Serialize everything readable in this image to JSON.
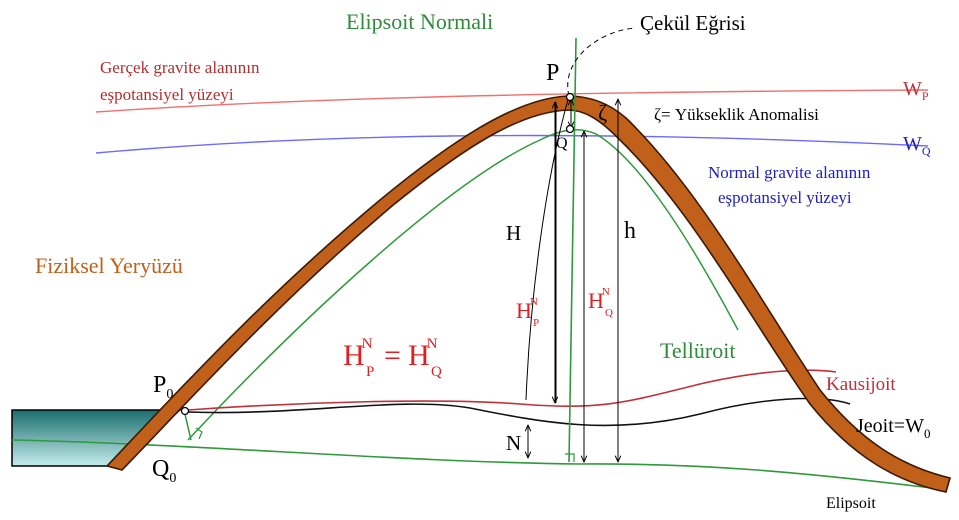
{
  "title": "Elipsoit Normali",
  "labels": {
    "plumb_line": "Çekül Eğrisi",
    "real_gravity_1": "Gerçek gravite alanının",
    "real_gravity_2": "eşpotansiyel yüzeyi",
    "P": "P",
    "WP_main": "W",
    "WP_sub": "P",
    "WQ_main": "W",
    "WQ_sub": "Q",
    "zeta": "ζ",
    "zeta_def": "ζ= Yükseklik Anomalisi",
    "Q": "Q",
    "normal_gravity_1": "Normal gravite alanının",
    "normal_gravity_2": "eşpotansiyel yüzeyi",
    "physical_surface": "Fiziksel Yeryüzü",
    "H": "H",
    "h": "h",
    "HPN_main": "H",
    "HPN_sup": "N",
    "HPN_sub": "P",
    "HQN_main": "H",
    "HQN_sup": "N",
    "HQN_sub": "Q",
    "eq_H1": "H",
    "eq_sup1": "N",
    "eq_sub1": "P",
    "eq_equals": "=",
    "eq_H2": "H",
    "eq_sup2": "N",
    "eq_sub2": "Q",
    "telluroid": "Tellüroit",
    "quasigeoid": "Kausijoit",
    "geoid_main": "Jeoit",
    "geoid_eq": "=",
    "geoid_W": "W",
    "geoid_sub": "0",
    "P0_main": "P",
    "P0_sub": "0",
    "Q0_main": "Q",
    "Q0_sub": "0",
    "N": "N",
    "ellipsoid": "Elipsoit"
  },
  "colors": {
    "terrain": "#c0601a",
    "terrain_edge": "#3a1a05",
    "ellipsoid": "#2e9a3a",
    "telluroid": "#2e9a3a",
    "real_surface": "#f07070",
    "normal_surface": "#6a6aff",
    "quasigeoid": "#c0303a",
    "geoid": "#111111",
    "sea_top": "#1a6e6e",
    "sea_bottom": "#bfe8e8",
    "red_text": "#e02020",
    "dark_red_text": "#b03030",
    "blue_text": "#2020c0",
    "green_text": "#2e8b3a",
    "brown_text": "#c0601a"
  }
}
